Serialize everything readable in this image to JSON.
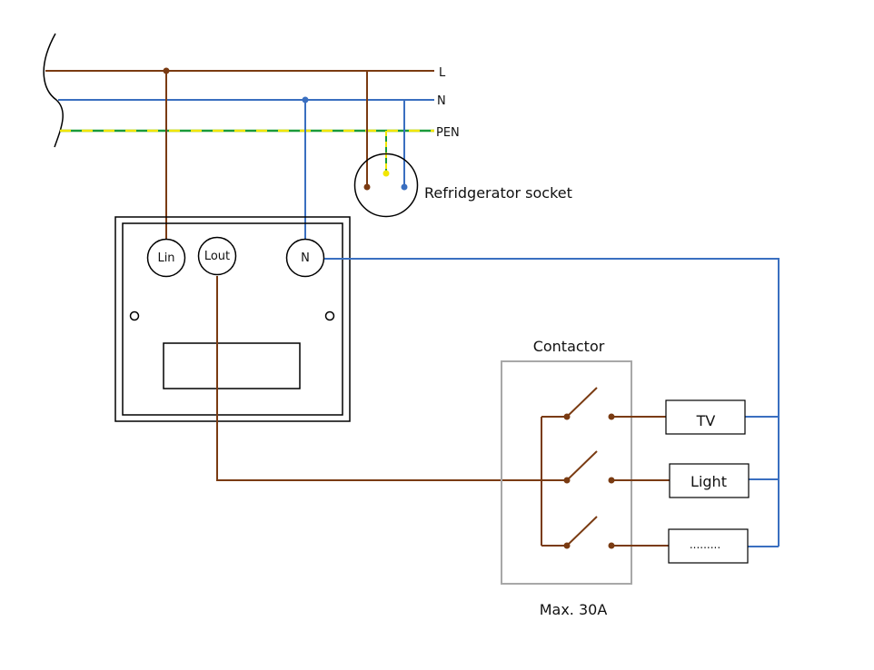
{
  "bus": {
    "l_label": "L",
    "n_label": "N",
    "pen_label": "PEN"
  },
  "socket": {
    "label": "Refridgerator socket"
  },
  "device": {
    "terminal_lin": "Lin",
    "terminal_lout": "Lout",
    "terminal_n": "N"
  },
  "contactor": {
    "title": "Contactor",
    "rating": "Max. 30A"
  },
  "loads": {
    "tv": "TV",
    "light": "Light",
    "other": "........."
  },
  "colors": {
    "line": "#7a3b12",
    "neutral": "#3a6fc0",
    "pen_green": "#1a9a3a",
    "pen_yellow": "#f2e600",
    "outline": "#000000",
    "contactor_box": "#a8a8a8"
  }
}
